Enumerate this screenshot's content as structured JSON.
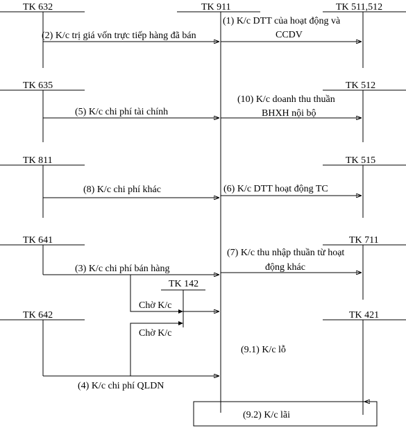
{
  "accounts": {
    "tk632": "TK 632",
    "tk911": "TK 911",
    "tk511_512": "TK 511,512",
    "tk635": "TK 635",
    "tk512": "TK 512",
    "tk811": "TK 811",
    "tk515": "TK 515",
    "tk641": "TK 641",
    "tk711": "TK 711",
    "tk142": "TK 142",
    "tk642": "TK 642",
    "tk421": "TK 421"
  },
  "entries": {
    "e1_line1": "(1) K/c DTT của hoạt động và",
    "e1_line2": "CCDV",
    "e2": "(2) K/c trị giá vốn trực tiếp hàng đã bán",
    "e5": "(5) K/c chi phí tài chính",
    "e10_line1": "(10) K/c doanh thu thuần",
    "e10_line2": "BHXH nội bộ",
    "e8": "(8) K/c chi phí khác",
    "e6": "(6) K/c DTT hoạt động TC",
    "e7_line1": "(7) K/c thu nhập thuần từ hoạt",
    "e7_line2": "động khác",
    "e3": "(3) K/c chi phí bán hàng",
    "cho_kc_1": "Chờ K/c",
    "cho_kc_2": "Chờ K/c",
    "e4": "(4) K/c chi phí QLDN",
    "e91": "(9.1) K/c lỗ",
    "e92": "(9.2) K/c lãi"
  }
}
